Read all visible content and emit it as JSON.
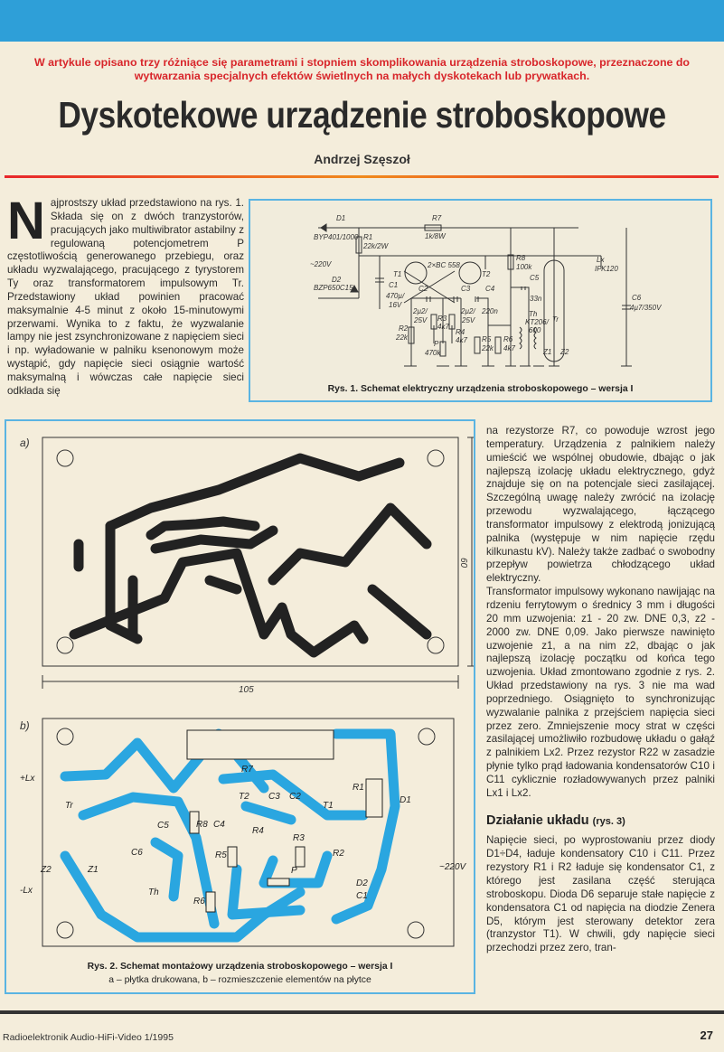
{
  "lead": "W artykule opisano trzy różniące się parametrami i stopniem skomplikowania urządzenia stroboskopowe, przeznaczone do wytwarzania specjalnych efektów świetlnych na małych dyskotekach lub prywatkach.",
  "title": "Dyskotekowe urządzenie stroboskopowe",
  "author": "Andrzej Szęszoł",
  "left_column": {
    "dropcap": "N",
    "text": "ajprostszy układ przedstawiono na rys. 1. Składa się on z dwóch tranzystorów, pracujących jako multiwibrator astabilny z regulowaną potencjometrem P częstotliwością generowanego przebiegu, oraz układu wyzwalającego, pracującego z tyrystorem Ty oraz transformatorem impulsowym Tr. Przedstawiony układ powinien pracować maksymalnie 4-5 minut z około 15-minutowymi przerwami. Wynika to z faktu, że wyzwalanie lampy nie jest zsynchronizowane z napięciem sieci i np. wyładowanie w palniku ksenonowym może wystąpić, gdy napięcie sieci osiągnie wartość maksymalną i wówczas całe napięcie sieci odkłada się"
  },
  "figure1": {
    "caption": "Rys. 1. Schemat elektryczny urządzenia stroboskopowego – wersja I",
    "labels": {
      "d1": "D1",
      "d1_val": "BYP401/1000",
      "r7": "R7",
      "r7_val": "1k/8W",
      "r1": "R1",
      "r1_val": "22k/2W",
      "mains": "~220V",
      "d2": "D2",
      "d2_val": "BZP650C15",
      "c1": "C1",
      "c1_val1": "470µ/",
      "c1_val2": "16V",
      "t1": "T1",
      "t_val": "2×BC 558",
      "t2": "T2",
      "c2": "C2",
      "c2_val1": "2µ2/",
      "c2_val2": "25V",
      "c3": "C3",
      "c3_val1": "2µ2/",
      "c3_val2": "25V",
      "c4": "C4",
      "c4_val": "220n",
      "r3": "R3",
      "r3_val": "4k7",
      "r4": "R4",
      "r4_val": "4k7",
      "r2": "R2",
      "r2_val": "22k",
      "p": "P",
      "p_val": "470k",
      "r5": "R5",
      "r5_val": "22k",
      "r6": "R6",
      "r6_val": "4k7",
      "r8": "R8",
      "r8_val": "100k",
      "c5": "C5",
      "c5_val": "33n",
      "th": "Th",
      "th_val1": "KT206/",
      "th_val2": "600",
      "tr": "Tr",
      "z1": "Z1",
      "z2": "Z2",
      "lx": "Lx",
      "lx_val": "IFK120",
      "c6": "C6",
      "c6_val": "4µ7/350V"
    }
  },
  "figure2": {
    "caption": "Rys. 2. Schemat montażowy urządzenia stroboskopowego – wersja I",
    "subcaption": "a – płytka drukowana, b – rozmieszczenie elementów na płytce",
    "panel_a": "a)",
    "panel_b": "b)",
    "dim_width": "105",
    "dim_height": "60",
    "labels": {
      "r7": "R7",
      "r1": "R1",
      "d1": "D1",
      "t2": "T2",
      "c3": "C3",
      "c2": "C2",
      "t1": "T1",
      "r4": "R4",
      "r3": "R3",
      "r8": "R8",
      "c4": "C4",
      "c5": "C5",
      "c6": "C6",
      "r5": "R5",
      "r2": "R2",
      "p": "P",
      "d2": "D2",
      "c1": "C1",
      "th": "Th",
      "r6": "R6",
      "tr": "Tr",
      "z1": "Z1",
      "z2": "Z2",
      "plus_lx": "+Lx",
      "minus_lx": "-Lx",
      "mains": "~220V"
    }
  },
  "right_column": {
    "p1": "na rezystorze R7, co powoduje wzrost jego temperatury. Urządzenia z palnikiem należy umieścić we wspólnej obudowie, dbając o jak najlepszą izolację układu elektrycznego, gdyż znajduje się on na potencjale sieci zasilającej. Szczególną uwagę należy zwrócić na izolację przewodu wyzwalającego, łączącego transformator impulsowy z elektrodą jonizującą palnika (występuje w nim napięcie rzędu kilkunastu kV). Należy także zadbać o swobodny przepływ powietrza chłodzącego układ elektryczny.",
    "p2": "Transformator impulsowy wykonano nawijając na rdzeniu ferrytowym o średnicy 3 mm i długości 20 mm uzwojenia: z1 - 20 zw. DNE 0,3, z2 - 2000 zw. DNE 0,09. Jako pierwsze nawinięto uzwojenie z1, a na nim z2, dbając o jak najlepszą izolację początku od końca tego uzwojenia. Układ zmontowano zgodnie z rys. 2. Układ przedstawiony na rys. 3 nie ma wad poprzedniego. Osiągnięto to synchronizując wyzwalanie palnika z przejściem napięcia sieci przez zero. Zmniejszenie mocy strat w części zasilającej umożliwiło rozbudowę układu o gałąź z palnikiem Lx2. Przez rezystor R22 w zasadzie płynie tylko prąd ładowania kondensatorów C10 i C11 cyklicznie rozładowywanych przez palniki Lx1 i Lx2.",
    "heading": "Działanie układu",
    "heading_ref": "(rys. 3)",
    "p3": "Napięcie sieci, po wyprostowaniu przez diody D1÷D4, ładuje kondensatory C10 i C11. Przez rezystory R1 i R2 ładuje się kondensator C1, z którego jest zasilana część sterująca stroboskopu. Dioda D6 separuje stałe napięcie z kondensatora C1 od napięcia na diodzie Zenera D5, którym jest sterowany detektor zera (tranzystor T1). W chwili, gdy napięcie sieci przechodzi przez zero, tran-"
  },
  "footer": {
    "publication": "Radioelektronik Audio-HiFi-Video 1/1995",
    "page": "27"
  },
  "colors": {
    "accent_blue": "#2e9fd8",
    "lead_red": "#d8262b",
    "pcb_trace_blue": "#2aa6e0"
  }
}
